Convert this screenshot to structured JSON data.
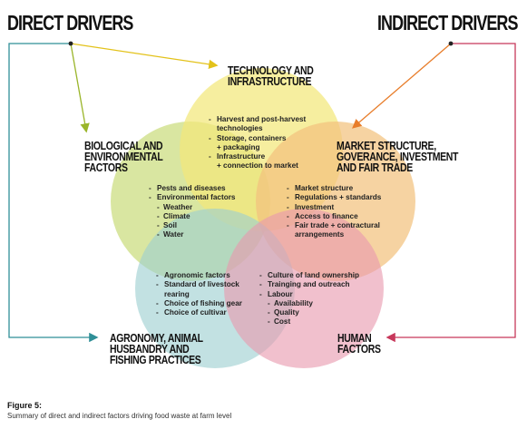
{
  "drivers": {
    "direct": "DIRECT DRIVERS",
    "indirect": "INDIRECT DRIVERS"
  },
  "circles": {
    "technology": {
      "title_lines": [
        "TECHNOLOGY AND",
        "INFRASTRUCTURE"
      ],
      "color": "#f3e77a",
      "items": [
        {
          "text": "Harvest and post-harvest",
          "kind": "item"
        },
        {
          "text": "technologies",
          "kind": "cont"
        },
        {
          "text": "Storage, containers",
          "kind": "item"
        },
        {
          "text": "+ packaging",
          "kind": "cont"
        },
        {
          "text": "Infrastructure",
          "kind": "item"
        },
        {
          "text": "+ connection to market",
          "kind": "cont"
        }
      ]
    },
    "biological": {
      "title_lines": [
        "BIOLOGICAL AND",
        "ENVIRONMENTAL",
        "FACTORS"
      ],
      "color": "#cfe08a",
      "items": [
        {
          "text": "Pests and diseases",
          "kind": "item"
        },
        {
          "text": "Environmental factors",
          "kind": "item"
        },
        {
          "text": "Weather",
          "kind": "sub"
        },
        {
          "text": "Climate",
          "kind": "sub"
        },
        {
          "text": "Soil",
          "kind": "sub"
        },
        {
          "text": "Water",
          "kind": "sub"
        }
      ]
    },
    "market": {
      "title_lines": [
        "MARKET STRUCTURE,",
        "GOVERANCE, INVESTMENT",
        "AND FAIR TRADE"
      ],
      "color": "#f2c27e",
      "items": [
        {
          "text": "Market structure",
          "kind": "item"
        },
        {
          "text": "Regulations + standards",
          "kind": "item"
        },
        {
          "text": "Investment",
          "kind": "item"
        },
        {
          "text": "Access to finance",
          "kind": "item"
        },
        {
          "text": "Fair trade + contractural",
          "kind": "item"
        },
        {
          "text": "arrangements",
          "kind": "cont"
        }
      ]
    },
    "agronomy": {
      "title_lines": [
        "AGRONOMY, ANIMAL",
        "HUSBANDRY AND",
        "FISHING PRACTICES"
      ],
      "color": "#9ccfd1",
      "items": [
        {
          "text": "Agronomic factors",
          "kind": "item"
        },
        {
          "text": "Standard of livestock",
          "kind": "item"
        },
        {
          "text": "rearing",
          "kind": "cont"
        },
        {
          "text": "Choice of fishing gear",
          "kind": "item"
        },
        {
          "text": "Choice of cultivar",
          "kind": "item"
        }
      ]
    },
    "human": {
      "title_lines": [
        "HUMAN",
        "FACTORS"
      ],
      "color": "#e99aae",
      "items": [
        {
          "text": "Culture of land ownership",
          "kind": "item"
        },
        {
          "text": "Trainging and outreach",
          "kind": "item"
        },
        {
          "text": "Labour",
          "kind": "item"
        },
        {
          "text": "Availability",
          "kind": "sub"
        },
        {
          "text": "Quality",
          "kind": "sub"
        },
        {
          "text": "Cost",
          "kind": "sub"
        }
      ]
    }
  },
  "arrow_colors": {
    "direct_left": "#2f8f97",
    "direct_tech": "#e3c21a",
    "direct_bio": "#9ab52a",
    "indirect_right": "#c7385b",
    "indirect_market": "#e87d2a"
  },
  "caption": {
    "label": "Figure 5:",
    "text": "Summary of direct and indirect factors driving food waste at farm level"
  }
}
